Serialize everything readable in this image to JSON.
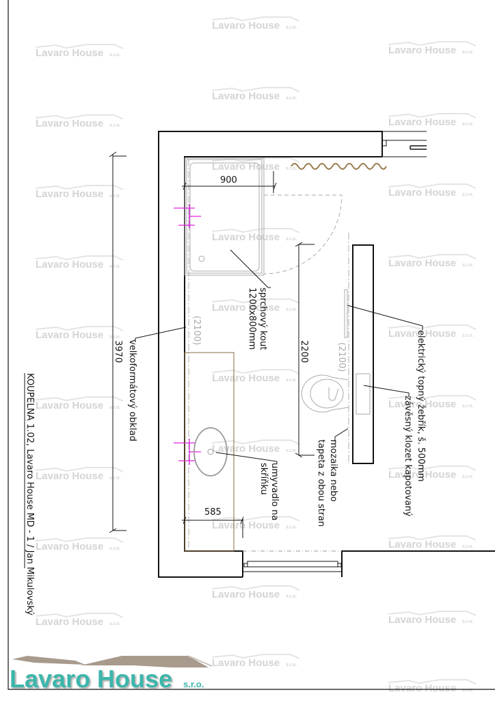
{
  "title": "KOUPELNA 1.02, Lavaro House MD - 1 / Jan Mikulovský",
  "watermark": {
    "name": "Lavaro House",
    "suffix": "s.r.o."
  },
  "logo": {
    "name": "Lavaro House",
    "suffix": "s.r.o."
  },
  "dimensions": {
    "shower_width": "900",
    "room_length": "3970",
    "wall_length": "2200",
    "cabinet_depth": "585",
    "height_left": "(2100)",
    "height_right": "(2100)"
  },
  "labels": {
    "shower_line1": "sprchový kout",
    "shower_line2": "1200x800mm",
    "tiles": "velkoformátový obklad",
    "heater": "elektrický topný žebřík, š. 500mm",
    "toilet": "závěsný klozet kapotovaný",
    "mosaic_line1": "mozaika nebo",
    "mosaic_line2": "tapeta z obou stran",
    "sink_line1": "umyvadlo na",
    "sink_line2": "skříňku"
  },
  "colors": {
    "wall": "#111111",
    "plumbing": "#e020e0",
    "curtain": "#9a7a50",
    "cabinet": "#8a6a40",
    "logo": "#3cb6ab",
    "roof": "#a89a8c"
  }
}
